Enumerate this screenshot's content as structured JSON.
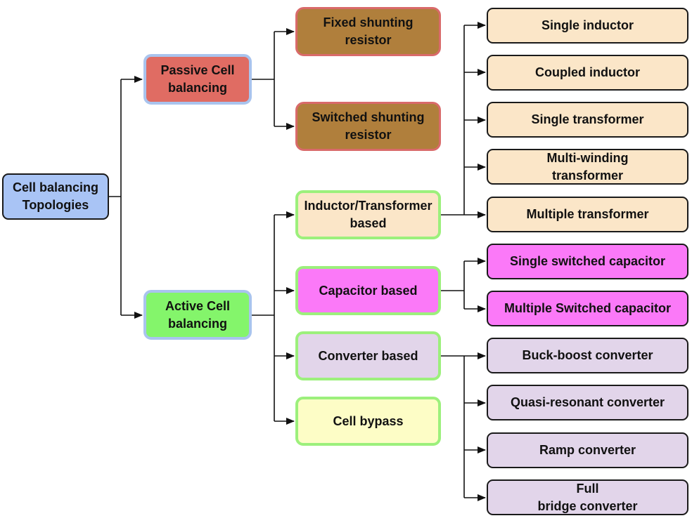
{
  "diagram": {
    "root": {
      "label": "Cell balancing\nTopologies",
      "fill": "#a9c4f5"
    },
    "passive": {
      "label": "Passive Cell\nbalancing",
      "fill": "#e06c63",
      "children": [
        {
          "label": "Fixed shunting\nresistor",
          "fill": "#b07f3c"
        },
        {
          "label": "Switched shunting\nresistor",
          "fill": "#b07f3c"
        }
      ]
    },
    "active": {
      "label": "Active Cell\nbalancing",
      "fill": "#84f56b",
      "children": [
        {
          "label": "Inductor/Transformer\nbased",
          "fill": "#fbe6c8",
          "children": [
            {
              "label": "Single inductor",
              "fill": "#fbe6c8"
            },
            {
              "label": "Coupled inductor",
              "fill": "#fbe6c8"
            },
            {
              "label": "Single transformer",
              "fill": "#fbe6c8"
            },
            {
              "label": "Multi-winding\ntransformer",
              "fill": "#fbe6c8"
            },
            {
              "label": "Multiple transformer",
              "fill": "#fbe6c8"
            }
          ]
        },
        {
          "label": "Capacitor based",
          "fill": "#fb79f8",
          "children": [
            {
              "label": "Single switched capacitor",
              "fill": "#fb79f8"
            },
            {
              "label": "Multiple Switched capacitor",
              "fill": "#fb79f8"
            }
          ]
        },
        {
          "label": "Converter based",
          "fill": "#e2d5ea",
          "children": [
            {
              "label": "Buck-boost converter",
              "fill": "#e2d5ea"
            },
            {
              "label": "Quasi-resonant converter",
              "fill": "#e2d5ea"
            },
            {
              "label": "Ramp converter",
              "fill": "#e2d5ea"
            },
            {
              "label": "Full\nbridge converter",
              "fill": "#e2d5ea"
            }
          ]
        },
        {
          "label": "Cell bypass",
          "fill": "#fdfdc6"
        }
      ]
    }
  }
}
